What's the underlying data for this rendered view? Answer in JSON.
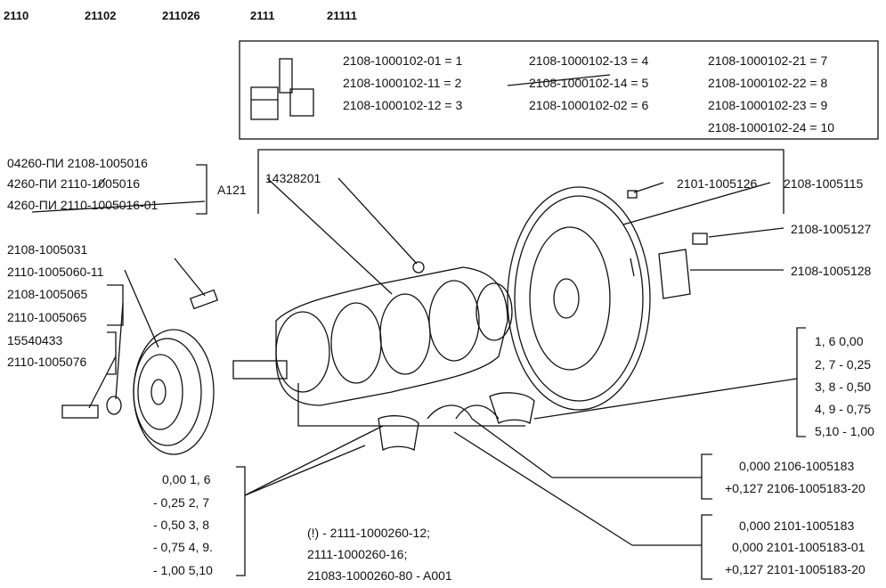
{
  "models": [
    "2110",
    "21102",
    "211026",
    "2111",
    "21111"
  ],
  "kit_box": {
    "col1": [
      "2108-1000102-01 = 1",
      "2108-1000102-11 = 2",
      "2108-1000102-12 = 3"
    ],
    "col2": [
      "2108-1000102-13 = 4",
      "2108-1000102-14 = 5",
      "2108-1000102-02 = 6"
    ],
    "col3": [
      "2108-1000102-21 =  7",
      "2108-1000102-22 =  8",
      "2108-1000102-23 =  9",
      "2108-1000102-24 = 10"
    ]
  },
  "pulley_labels": {
    "group_a": [
      "04260-ПИ  2108-1005016",
      "4260-ПИ   2110-1005016",
      "4260-ПИ   2110-1005016-01"
    ],
    "a121": "A121",
    "p1": "2108-1005031",
    "p2": "2110-1005060-11",
    "p3": "2108-1005065",
    "p4": "2110-1005065",
    "p5": "15540433",
    "p6": "2110-1005076"
  },
  "center_labels": {
    "plug": "14328201",
    "bolt": "2101-1005126"
  },
  "flywheel_labels": {
    "f1": "2108-1005115",
    "f2": "2108-1005127",
    "f3": "2108-1005128"
  },
  "main_bearing_sizes": [
    "1, 6  0,00",
    "2, 7 - 0,25",
    "3, 8 - 0,50",
    "4, 9 - 0,75",
    "5,10 - 1,00"
  ],
  "rod_bearing_sizes": [
    "0,00  1, 6",
    "- 0,25  2, 7",
    "- 0,50  3, 8",
    "- 0,75  4, 9.",
    "- 1,00  5,10"
  ],
  "thrust_a": [
    "0,000     2106-1005183",
    "+0,127  2106-1005183-20"
  ],
  "thrust_b": [
    "0,000    2101-1005183",
    "0,000  2101-1005183-01",
    "+0,127  2101-1005183-20"
  ],
  "notes": [
    "(!) - 2111-1000260-12;",
    "2111-1000260-16;",
    "21083-1000260-80  - A001"
  ]
}
